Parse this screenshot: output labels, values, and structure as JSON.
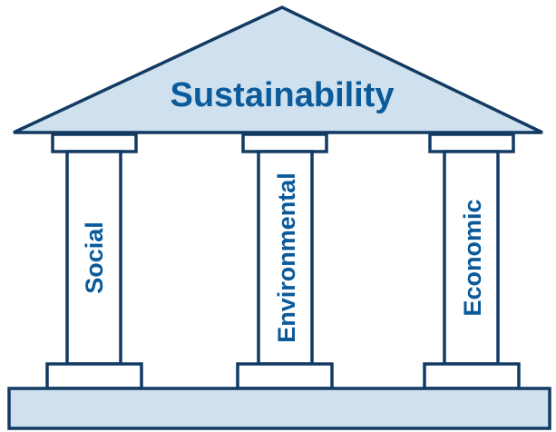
{
  "diagram": {
    "roof_label": "Sustainability",
    "pillars": [
      {
        "label": "Social"
      },
      {
        "label": "Environmental"
      },
      {
        "label": "Economic"
      }
    ],
    "colors": {
      "outline": "#123a63",
      "fill": "#cfe0ee",
      "text": "#0b5a9a",
      "pillar_body": "#ffffff"
    }
  }
}
